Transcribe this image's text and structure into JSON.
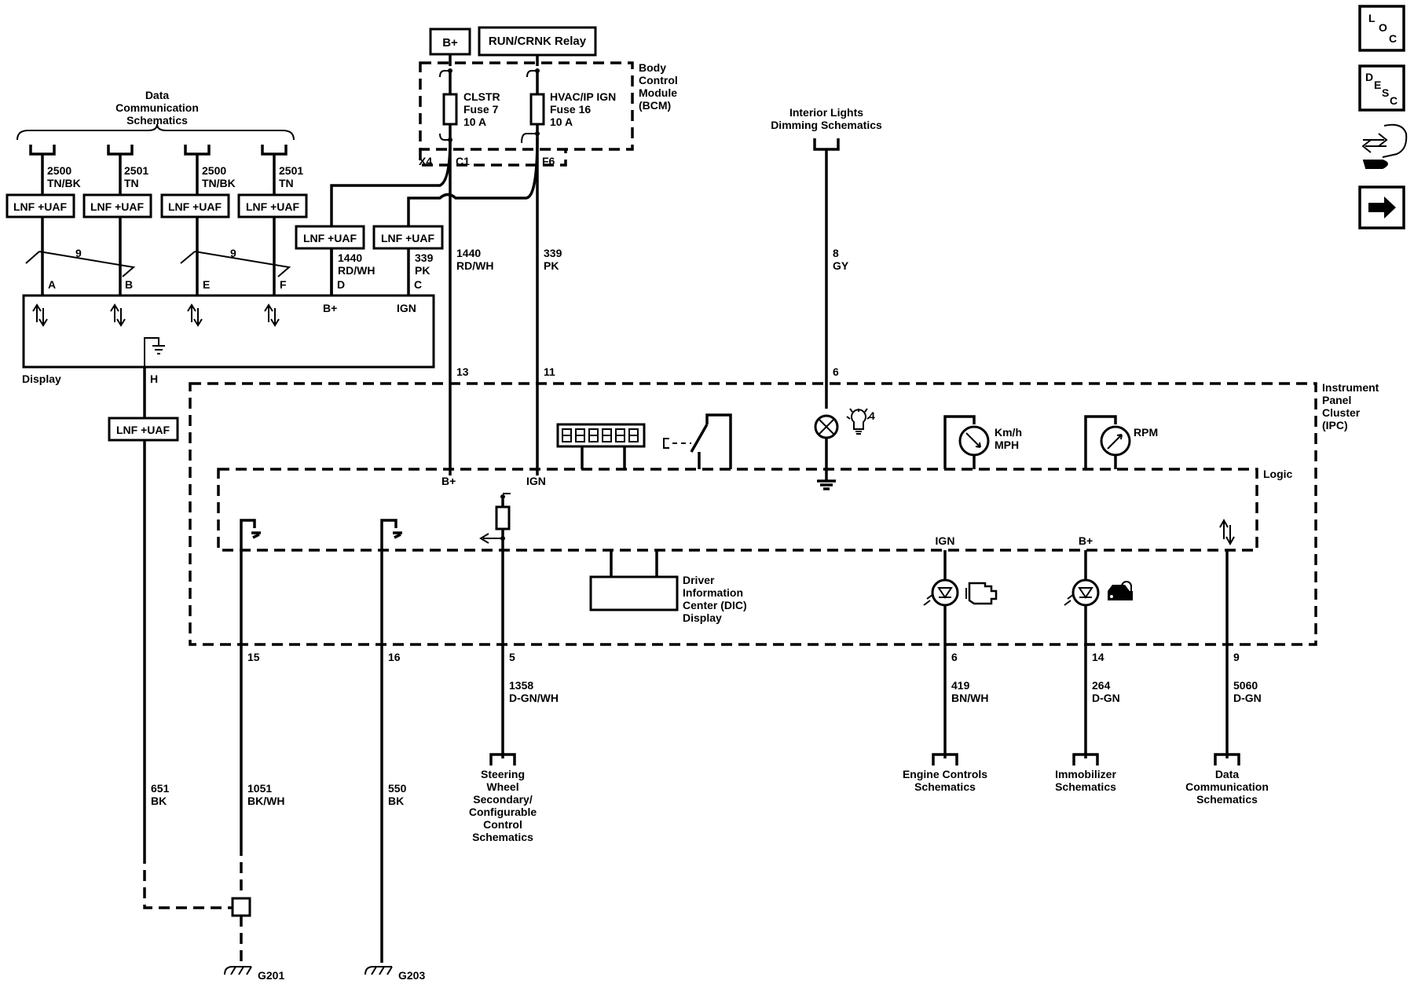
{
  "power": {
    "b_plus": "B+",
    "relay": "RUN/CRNK Relay"
  },
  "bcm": {
    "label": [
      "Body",
      "Control",
      "Module",
      "(BCM)"
    ],
    "fuse_left": [
      "CLSTR",
      "Fuse 7",
      "10 A"
    ],
    "fuse_right": [
      "HVAC/IP IGN",
      "Fuse 16",
      "10 A"
    ],
    "conn_x4": "X4",
    "conn_c1": "C1",
    "conn_f6": "F6"
  },
  "data_comm_top": [
    "Data",
    "Communication",
    "Schematics"
  ],
  "interior_lights": [
    "Interior Lights",
    "Dimming Schematics"
  ],
  "top_wires": [
    {
      "circuit": "2500",
      "color": "TN/BK"
    },
    {
      "circuit": "2501",
      "color": "TN"
    },
    {
      "circuit": "2500",
      "color": "TN/BK"
    },
    {
      "circuit": "2501",
      "color": "TN"
    }
  ],
  "option": "LNF +UAF",
  "twist": "9",
  "display": {
    "label": "Display",
    "pins": [
      "A",
      "B",
      "E",
      "F",
      "D",
      "C",
      "H"
    ],
    "pin_b_plus": "B+",
    "pin_ign": "IGN",
    "wire_d": [
      "1440",
      "RD/WH"
    ],
    "wire_c": [
      "339",
      "PK"
    ]
  },
  "feed_b": [
    "1440",
    "RD/WH"
  ],
  "feed_ign": [
    "339",
    "PK"
  ],
  "dim_wire": [
    "8",
    "GY"
  ],
  "ipc": {
    "label": [
      "Instrument",
      "Panel",
      "Cluster",
      "(IPC)"
    ],
    "logic": "Logic",
    "pins_top": [
      "13",
      "11",
      "6"
    ],
    "in_b_plus": "B+",
    "in_ign": "IGN",
    "bulb_num": "4",
    "speedo": [
      "Km/h",
      "MPH"
    ],
    "tach": "RPM",
    "dic": [
      "Driver",
      "Information",
      "Center (DIC)",
      "Display"
    ],
    "ign": "IGN",
    "b_plus": "B+",
    "pins_bottom": [
      "15",
      "16",
      "5",
      "6",
      "14",
      "9"
    ]
  },
  "bottom_wires": [
    {
      "circuit": "1358",
      "color": "D-GN/WH"
    },
    {
      "circuit": "419",
      "color": "BN/WH"
    },
    {
      "circuit": "264",
      "color": "D-GN"
    },
    {
      "circuit": "5060",
      "color": "D-GN"
    }
  ],
  "ground_wires": [
    {
      "circuit": "651",
      "color": "BK"
    },
    {
      "circuit": "1051",
      "color": "BK/WH"
    },
    {
      "circuit": "550",
      "color": "BK"
    }
  ],
  "grounds": [
    "G201",
    "G203"
  ],
  "dest": {
    "steering": [
      "Steering",
      "Wheel",
      "Secondary/",
      "Configurable",
      "Control",
      "Schematics"
    ],
    "engine": [
      "Engine Controls",
      "Schematics"
    ],
    "immob": [
      "Immobilizer",
      "Schematics"
    ],
    "datacomm": [
      "Data",
      "Communication",
      "Schematics"
    ]
  },
  "nav": {
    "loc": {
      "l": "L",
      "o": "O",
      "c": "C"
    },
    "desc": {
      "d": "D",
      "e": "E",
      "s": "S",
      "c": "C"
    }
  }
}
